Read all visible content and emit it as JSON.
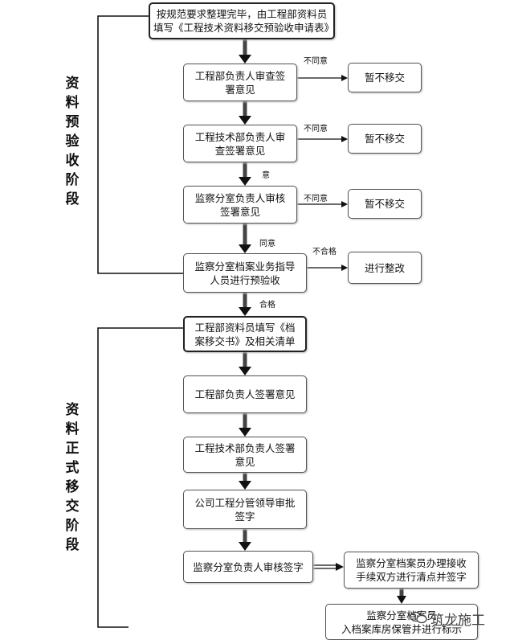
{
  "stages": {
    "pre": "资料预验收阶段",
    "formal": "资料正式移交阶段"
  },
  "nodes": {
    "start": [
      "按规范要求整理完毕，由工程部资料员",
      "填写《工程技术资料移交预验收申请表》"
    ],
    "s1": [
      "工程部负责人审查签",
      "署意见"
    ],
    "s2": [
      "工程技术部负责人审",
      "查签署意见"
    ],
    "s3": [
      "监察分室负责人审核",
      "签署意见"
    ],
    "s4": [
      "监察分室档案业务指导",
      "人员进行预验收"
    ],
    "r1": [
      "暂不移交"
    ],
    "r2": [
      "暂不移交"
    ],
    "r3": [
      "暂不移交"
    ],
    "r4": [
      "进行整改"
    ],
    "f1": [
      "工程部资料员填写《档",
      "案移交书》及相关清单"
    ],
    "f2": [
      "工程部负责人签署意见"
    ],
    "f3": [
      "工程技术部负责人签署",
      "意见"
    ],
    "f4": [
      "公司工程分管领导审批",
      "签字"
    ],
    "f5": [
      "监察分室负责人审核签字"
    ],
    "f6": [
      "监察分室档案员办理接收",
      "手续双方进行清点并签字"
    ],
    "f7": [
      "监察分室档案员",
      "入档案库房保管并进行标示"
    ]
  },
  "edge_labels": {
    "disagree1": "不同意",
    "disagree2": "不同意",
    "disagree3": "不同意",
    "fail": "不合格",
    "agree2": "意",
    "agree3": "同意",
    "pass": "合格"
  },
  "watermark": {
    "text": "筑龙施工",
    "icon": "wechat-icon"
  }
}
